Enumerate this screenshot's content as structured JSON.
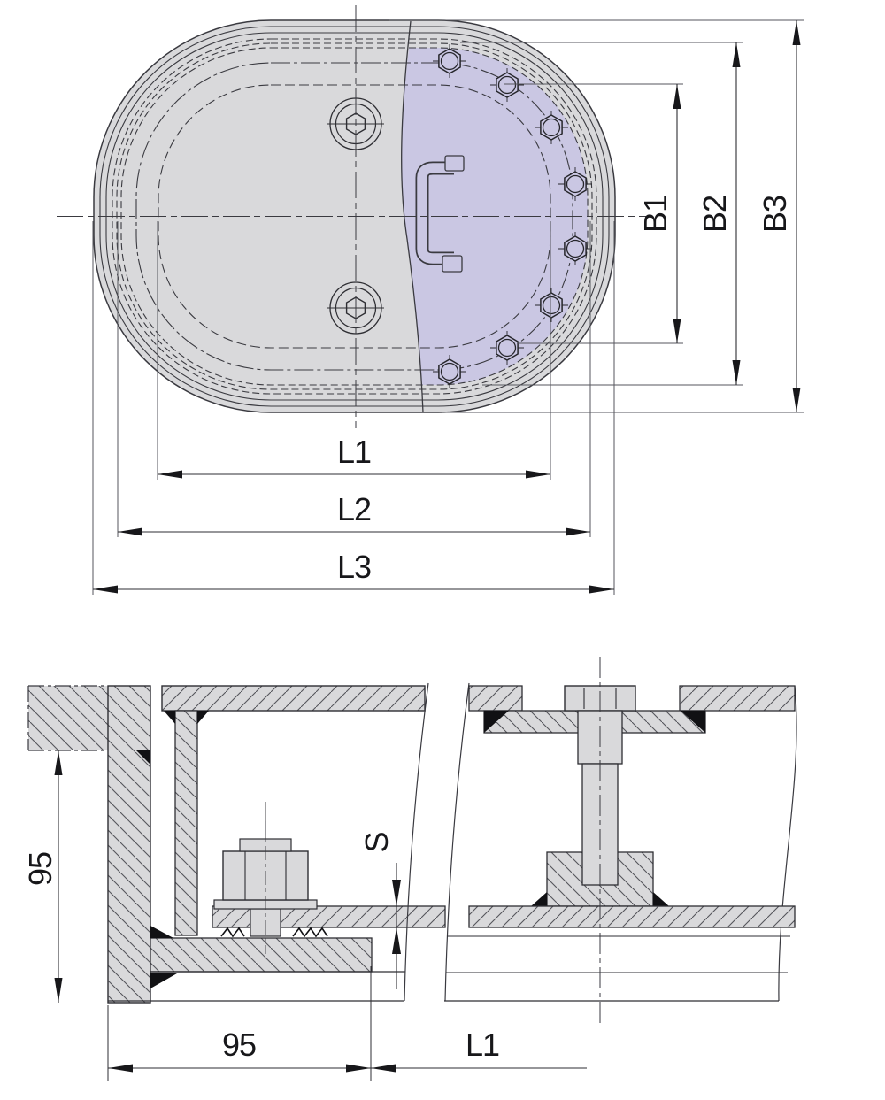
{
  "drawing": {
    "title": "oval manhole cover technical drawing",
    "plan_view": {
      "dims": {
        "b1": "B1",
        "b2": "B2",
        "b3": "B3",
        "l1": "L1",
        "l2": "L2",
        "l3": "L3"
      }
    },
    "section_view": {
      "dims": {
        "depth": "95",
        "flange_width": "95",
        "l1": "L1",
        "sheet_thickness": "S"
      }
    },
    "colors": {
      "cover_gray": "#d9d9db",
      "highlight_purple": "#cac7e3",
      "line": "#2e2e33"
    }
  }
}
